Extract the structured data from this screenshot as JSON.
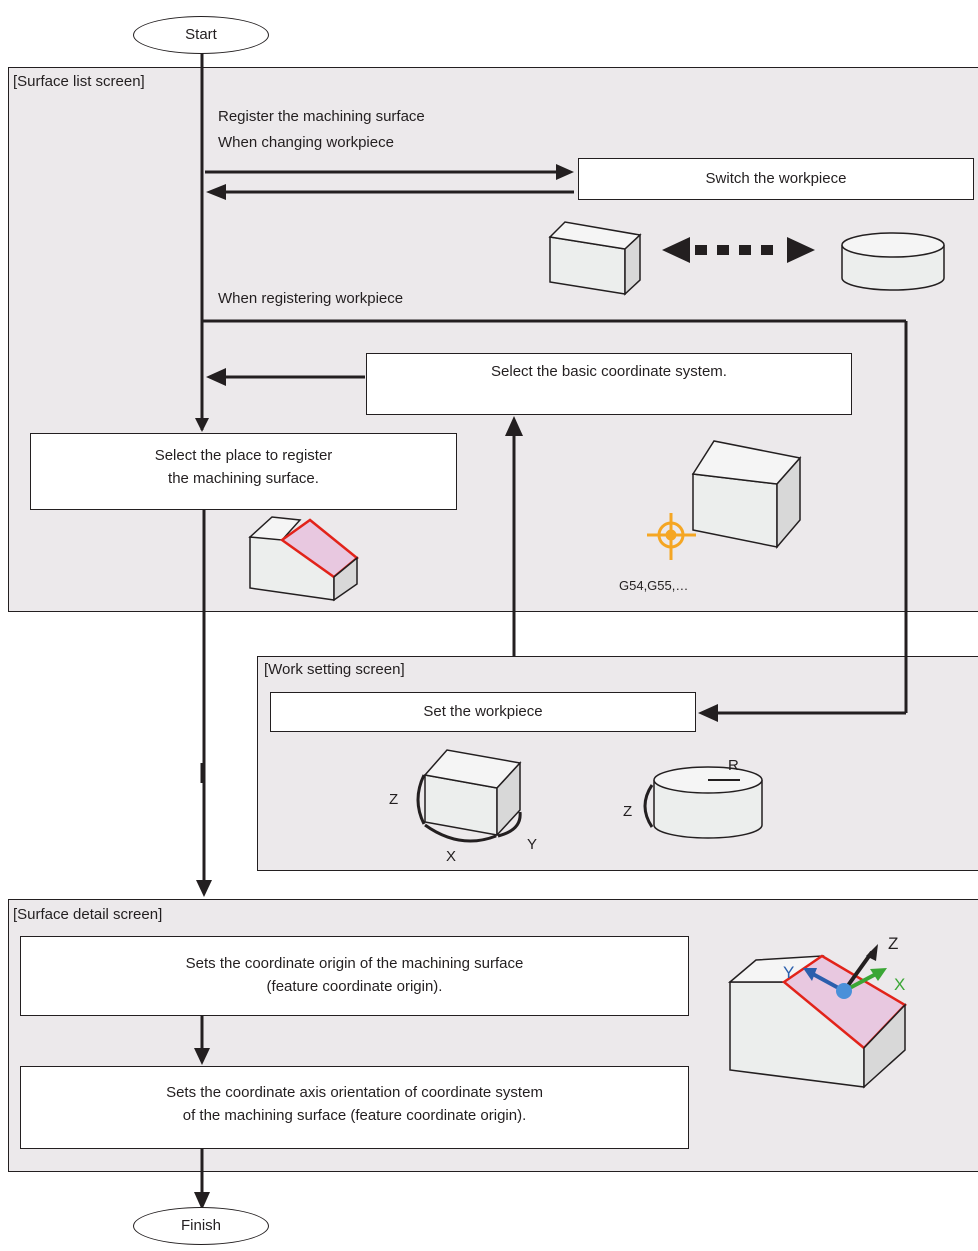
{
  "terminals": {
    "start": "Start",
    "finish": "Finish"
  },
  "surface_list": {
    "title": "[Surface list screen]",
    "register_line1": "Register the machining surface",
    "register_line2": "When changing workpiece",
    "switch_box": "Switch the workpiece",
    "when_registering": "When registering workpiece",
    "basic_coord_box": "Select the basic coordinate system.",
    "select_place_line1": "Select the place to register",
    "select_place_line2": "the machining surface.",
    "g_codes": "G54,G55,…"
  },
  "work_setting": {
    "title": "[Work setting screen]",
    "set_box": "Set the workpiece",
    "axis_z1": "Z",
    "axis_x": "X",
    "axis_y": "Y",
    "axis_z2": "Z",
    "radius_r": "R"
  },
  "surface_detail": {
    "title": "[Surface detail screen]",
    "origin_line1": "Sets the coordinate origin of the machining surface",
    "origin_line2": "(feature coordinate origin).",
    "axis_line1": "Sets the coordinate axis orientation of coordinate system",
    "axis_line2": "of the machining surface (feature coordinate origin).",
    "axis_z": "Z",
    "axis_y": "Y",
    "axis_x": "X"
  },
  "colors": {
    "panel_bg": "#ece9eb",
    "highlight_red": "#e2231a",
    "highlight_fill": "#e8c8e0",
    "target_orange": "#f5a623",
    "axis_blue": "#2b5fad",
    "axis_green": "#3aa635"
  }
}
